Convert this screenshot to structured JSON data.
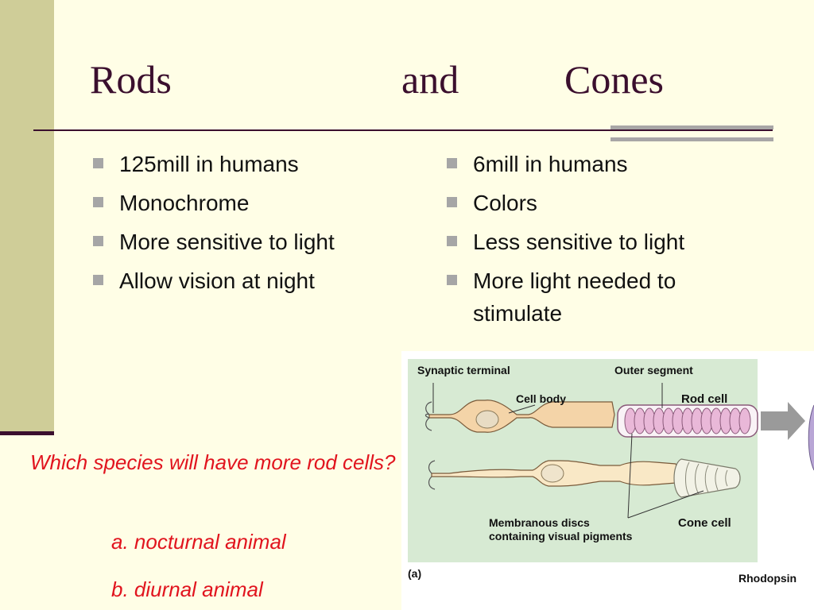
{
  "title": {
    "part1": "Rods",
    "part2": "and",
    "part3": "Cones"
  },
  "rods": {
    "items": [
      "125mill in humans",
      "Monochrome",
      "More sensitive to light",
      "Allow vision at night"
    ]
  },
  "cones": {
    "items": [
      "6mill in humans",
      "Colors",
      "Less sensitive to light",
      "More light needed to stimulate"
    ]
  },
  "question": {
    "text": "Which species will have more rod cells?",
    "option_a": "a. nocturnal animal",
    "option_b": "b. diurnal animal"
  },
  "figure": {
    "synaptic": "Synaptic terminal",
    "outer": "Outer segment",
    "cellbody": "Cell body",
    "rodcell": "Rod cell",
    "membranous_1": "Membranous discs",
    "membranous_2": "containing visual pigments",
    "conecell": "Cone cell",
    "panel": "(a)",
    "rhodopsin": "Rhodopsin"
  },
  "colors": {
    "title": "#3b0f2e",
    "question": "#e1141e",
    "background": "#fffee6"
  }
}
